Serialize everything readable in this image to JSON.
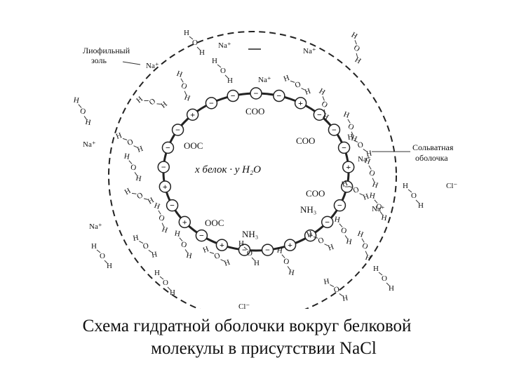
{
  "labels": {
    "lyophilic": [
      "Лиофильный",
      "золь"
    ],
    "solvate": [
      "Сольватная",
      "оболочка"
    ],
    "center": "x белок · y H₂O"
  },
  "groups": {
    "coo": "COO",
    "ooc": "OOC",
    "nh3": "NH₃"
  },
  "ions": {
    "na": "Na⁺",
    "cl": "Cl⁻"
  },
  "atoms": {
    "h": "H",
    "o": "O"
  },
  "charges": {
    "minus": "−",
    "plus": "+"
  },
  "caption": {
    "line1": "Схема гидратной оболочки вокруг белковой",
    "line2": "молекулы в присутствии NaCl"
  }
}
